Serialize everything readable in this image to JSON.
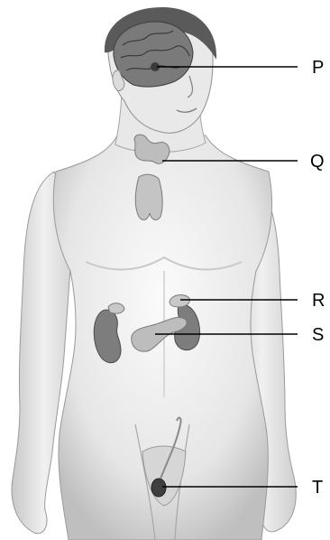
{
  "labels": {
    "p": "P",
    "q": "Q",
    "r": "R",
    "s": "S",
    "t": "T"
  },
  "colors": {
    "skin_light": "#f2f2f2",
    "skin_mid": "#d9d9d9",
    "skin_shadow": "#9e9e9e",
    "hair": "#5a5a5a",
    "brain": "#6b6b6b",
    "gland": "#bdbdbd",
    "kidney": "#7d7d7d",
    "leader_line": "#000000"
  }
}
